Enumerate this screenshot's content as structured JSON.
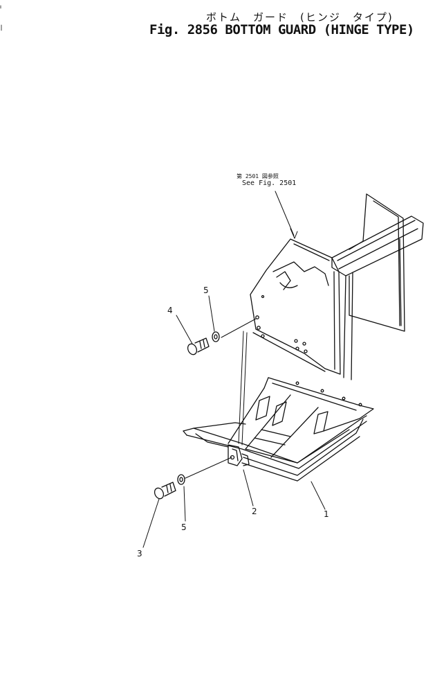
{
  "title": {
    "japanese": "ボトム　ガード　(ヒンジ　タイプ)",
    "english": "Fig. 2856  BOTTOM  GUARD  (HINGE  TYPE)"
  },
  "reference": {
    "japanese": "第 2501 図参照",
    "english": "See  Fig. 2501"
  },
  "callouts": [
    "1",
    "2",
    "3",
    "4",
    "5",
    "5"
  ],
  "colors": {
    "ink": "#111111",
    "paper": "#ffffff"
  }
}
